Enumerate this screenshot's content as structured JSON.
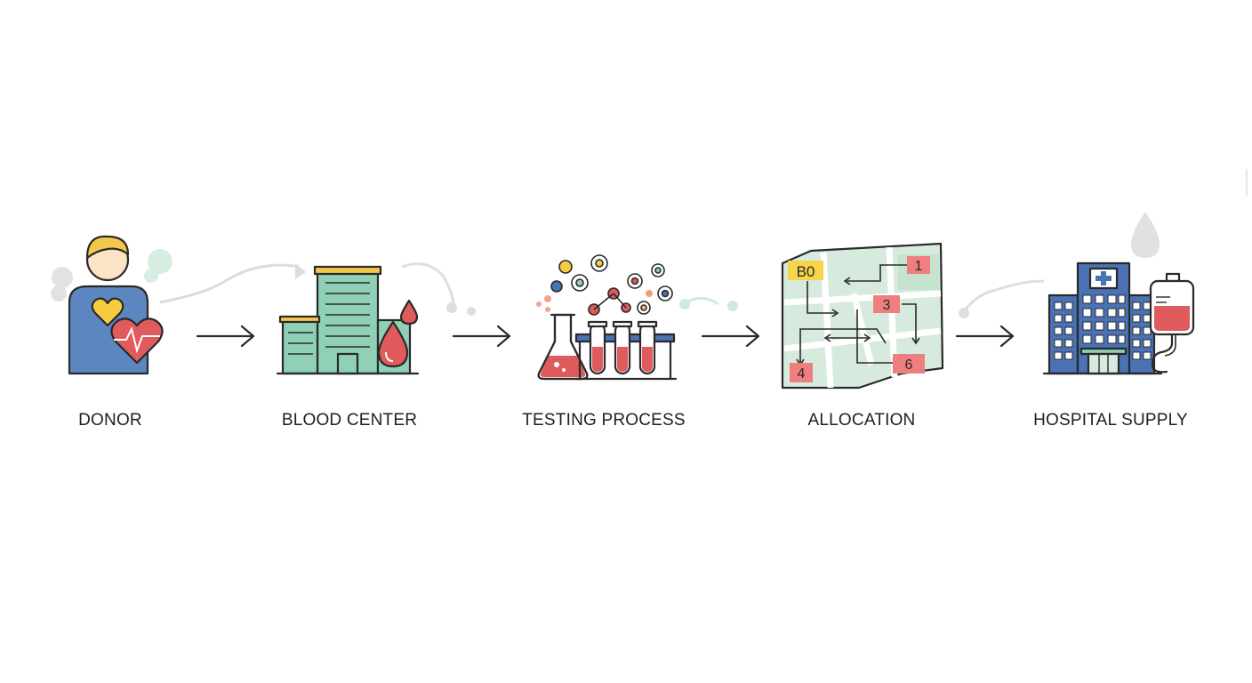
{
  "steps": [
    {
      "label": "DONOR",
      "icon": "donor-heart-icon"
    },
    {
      "label": "BLOOD CENTER",
      "icon": "blood-center-building-icon"
    },
    {
      "label": "TESTING PROCESS",
      "icon": "lab-test-tubes-icon"
    },
    {
      "label": "ALLOCATION",
      "icon": "allocation-map-icon"
    },
    {
      "label": "HOSPITAL SUPPLY",
      "icon": "hospital-blood-bag-icon"
    }
  ],
  "map": {
    "tags": [
      "B0",
      "1",
      "3",
      "4",
      "6"
    ]
  },
  "colors": {
    "ink": "#2a2a2a",
    "blood_red": "#e05b5b",
    "teal_building": "#8fd0b6",
    "hospital_blue": "#4a72b4",
    "donor_shirt": "#5b86c0",
    "skin": "#fbe3c4",
    "hair": "#f3c84a",
    "heart_yellow": "#f5cc3f",
    "map_green": "#d6ebdd",
    "tag_yellow": "#f7d44c",
    "tag_red": "#ef7f7f"
  }
}
